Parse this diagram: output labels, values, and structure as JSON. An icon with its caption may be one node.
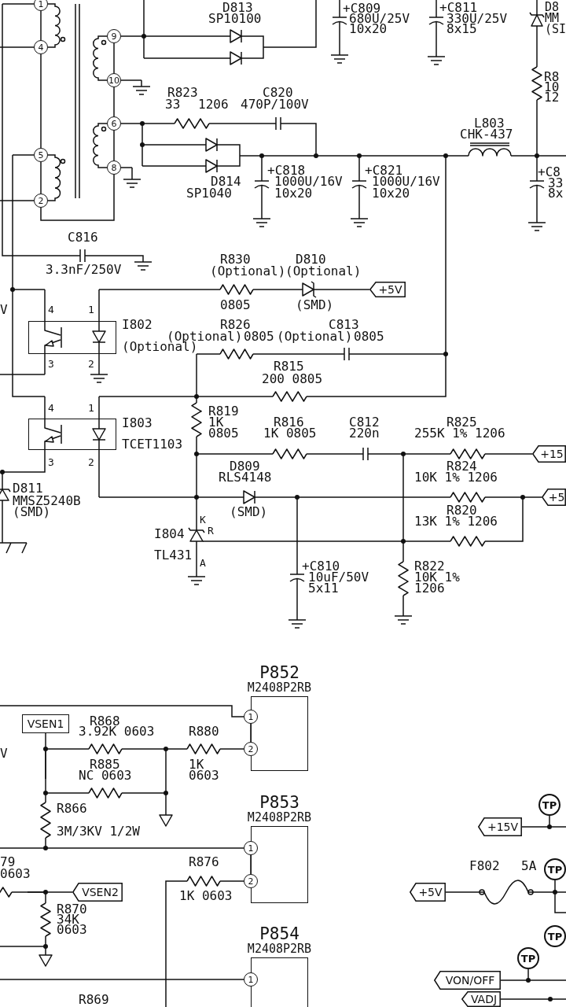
{
  "diagram": {
    "nodes": [
      {
        "text": [
          "1"
        ]
      },
      {
        "text": [
          "4"
        ]
      },
      {
        "text": [
          "9"
        ]
      },
      {
        "text": [
          "10"
        ]
      },
      {
        "text": [
          "6"
        ]
      },
      {
        "text": [
          "8"
        ]
      },
      {
        "text": [
          "5"
        ]
      },
      {
        "text": [
          "2"
        ]
      },
      {
        "text": [
          "+5V"
        ]
      },
      {
        "text": [],
        "shape": "box",
        "beside": [
          "I802",
          "(Optional)"
        ]
      },
      {
        "text": [],
        "shape": "box",
        "beside": [
          "I803",
          "TCET1103"
        ]
      },
      {
        "text": [
          "+15"
        ]
      },
      {
        "text": [
          "+5"
        ]
      },
      {
        "text": [
          "VSEN1"
        ]
      },
      {
        "text": [
          "P852",
          "M2408P2RB"
        ]
      },
      {
        "text": [
          "1"
        ]
      },
      {
        "text": [
          "2"
        ]
      },
      {
        "text": [
          "P853",
          "M2408P2RB"
        ]
      },
      {
        "text": [
          "1"
        ]
      },
      {
        "text": [
          "2"
        ]
      },
      {
        "text": [
          "VSEN2"
        ]
      },
      {
        "text": [
          "P854",
          "M2408P2RB"
        ]
      },
      {
        "text": [
          "1"
        ]
      },
      {
        "text": [
          "TP"
        ]
      },
      {
        "text": [
          "+15V"
        ]
      },
      {
        "text": [
          "TP"
        ]
      },
      {
        "text": [
          "+5V"
        ]
      },
      {
        "text": [
          "TP"
        ]
      },
      {
        "text": [
          "TP"
        ]
      },
      {
        "text": [
          "VON/OFF"
        ]
      },
      {
        "text": [
          "VADJ"
        ]
      }
    ],
    "edges": [
      {
        "from": 0,
        "to": 1,
        "arrow": "none"
      },
      {
        "from": 1,
        "to": 6,
        "arrow": "none"
      },
      {
        "from": 6,
        "to": 7,
        "arrow": "none"
      },
      {
        "from": 2,
        "to": 3,
        "arrow": "none"
      },
      {
        "from": 3,
        "to": 4,
        "arrow": "none"
      },
      {
        "from": 4,
        "to": 5,
        "arrow": "none"
      },
      {
        "from": 7,
        "to": 5,
        "arrow": "none"
      },
      {
        "from": null,
        "to": 0,
        "arrow": "none"
      },
      {
        "from": null,
        "to": 1,
        "arrow": "none"
      },
      {
        "from": null,
        "to": 7,
        "arrow": "none"
      },
      {
        "from": 6,
        "to": null,
        "arrow": "none"
      },
      {
        "from": 2,
        "to": null,
        "arrow": "none"
      },
      {
        "from": 3,
        "to": null,
        "arrow": "none"
      },
      {
        "from": 4,
        "to": null,
        "arrow": "none"
      },
      {
        "from": 5,
        "to": null,
        "arrow": "none"
      },
      {
        "from": null,
        "to": 8,
        "arrow": "none"
      },
      {
        "from": 9,
        "to": null,
        "arrow": "none"
      },
      {
        "from": 9,
        "to": null,
        "arrow": "none"
      },
      {
        "from": 9,
        "to": null,
        "arrow": "none"
      },
      {
        "from": 9,
        "to": null,
        "arrow": "none"
      },
      {
        "from": 10,
        "to": null,
        "arrow": "none"
      },
      {
        "from": 10,
        "to": null,
        "arrow": "none"
      },
      {
        "from": 10,
        "to": null,
        "arrow": "none"
      },
      {
        "from": 10,
        "to": null,
        "arrow": "none"
      },
      {
        "from": null,
        "to": 11,
        "arrow": "none"
      },
      {
        "from": null,
        "to": 12,
        "arrow": "none"
      },
      {
        "from": null,
        "to": 15,
        "arrow": "none"
      },
      {
        "from": 15,
        "to": 16,
        "arrow": "none"
      },
      {
        "from": null,
        "to": 16,
        "arrow": "none"
      },
      {
        "from": 13,
        "to": null,
        "arrow": "none"
      },
      {
        "from": null,
        "to": 18,
        "arrow": "none"
      },
      {
        "from": null,
        "to": 19,
        "arrow": "none"
      },
      {
        "from": 18,
        "to": 19,
        "arrow": "none"
      },
      {
        "from": null,
        "to": 20,
        "arrow": "none"
      },
      {
        "from": 24,
        "to": 23,
        "arrow": "none"
      },
      {
        "from": 26,
        "to": 25,
        "arrow": "none"
      },
      {
        "from": 29,
        "to": 28,
        "arrow": "none"
      },
      {
        "from": 30,
        "to": null,
        "arrow": "none"
      },
      {
        "from": null,
        "to": 22,
        "arrow": "none"
      },
      {
        "from": 0,
        "to": 1,
        "arrow": "none"
      },
      {
        "from": 2,
        "to": 3,
        "arrow": "none"
      },
      {
        "from": 4,
        "to": 5,
        "arrow": "none"
      },
      {
        "from": 6,
        "to": 7,
        "arrow": "none"
      }
    ],
    "labels": [
      "D813",
      "+C809",
      "+C811",
      "D8",
      "SP10100",
      "680U/25V",
      "330U/25V",
      "MM",
      "10x20",
      "8x15",
      "(SI",
      "R8",
      "10",
      "12",
      "R823",
      "C820",
      "33",
      "1206",
      "470P/100V",
      "L803",
      "CHK-437",
      "+C818",
      "+C821",
      "+C8",
      "D814",
      "1000U/16V",
      "1000U/16V",
      "33",
      "SP1040",
      "10x20",
      "10x20",
      "8x",
      "C816",
      "R830",
      "D810",
      "3.3nF/250V",
      "(Optional)",
      "(Optional)",
      "V",
      "4",
      "1",
      "0805",
      "(SMD)",
      "R826",
      "C813",
      "(Optional)",
      "0805",
      "(Optional)",
      "0805",
      "3",
      "2",
      "R815",
      "200 0805",
      "4",
      "1",
      "R819",
      "1K",
      "R816",
      "C812",
      "R825",
      "0805",
      "1K 0805",
      "220n",
      "255K 1% 1206",
      "3",
      "2",
      "D809",
      "R824",
      "RLS4148",
      "10K 1% 1206",
      "D811",
      "MMSZ5240B",
      "(SMD)",
      "(SMD)",
      "R820",
      "K",
      "13K 1% 1206",
      "I804",
      "R",
      "TL431",
      "A",
      "+C810",
      "R822",
      "10uF/50V",
      "10K 1%",
      "5x11",
      "1206",
      "R868",
      "3.92K 0603",
      "R880",
      "V",
      "R885",
      "1K",
      "NC 0603",
      "0603",
      "R866",
      "3M/3KV 1/2W",
      "79",
      "R876",
      "F802",
      "5A",
      "0603",
      "1K 0603",
      "R870",
      "34K",
      "0603",
      "R869"
    ]
  }
}
